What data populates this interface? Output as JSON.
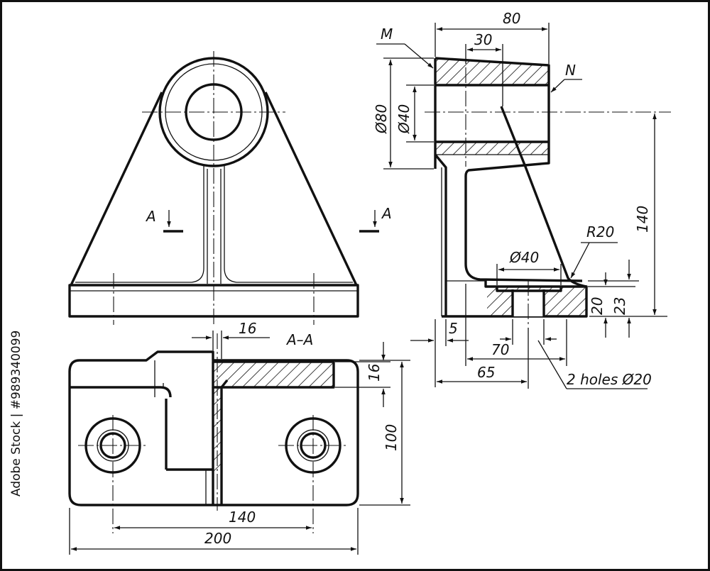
{
  "views": {
    "section_marker_left": "A",
    "section_marker_right": "A",
    "section_title": "A–A"
  },
  "labels": {
    "surface_m": "M",
    "surface_n": "N"
  },
  "dimensions": {
    "width_80": "80",
    "width_30": "30",
    "dia_80": "Ø80",
    "dia_40_bore": "Ø40",
    "height_140": "140",
    "radius_20": "R20",
    "dia_40_spot": "Ø40",
    "height_20": "20",
    "height_23": "23",
    "gap_5": "5",
    "dist_70": "70",
    "dist_65": "65",
    "holes_note": "2 holes Ø20",
    "thick_16_h": "16",
    "thick_16_v": "16",
    "depth_100": "100",
    "spacing_140": "140",
    "length_200": "200"
  },
  "stock": {
    "id_text": "Adobe Stock | #989340099"
  }
}
